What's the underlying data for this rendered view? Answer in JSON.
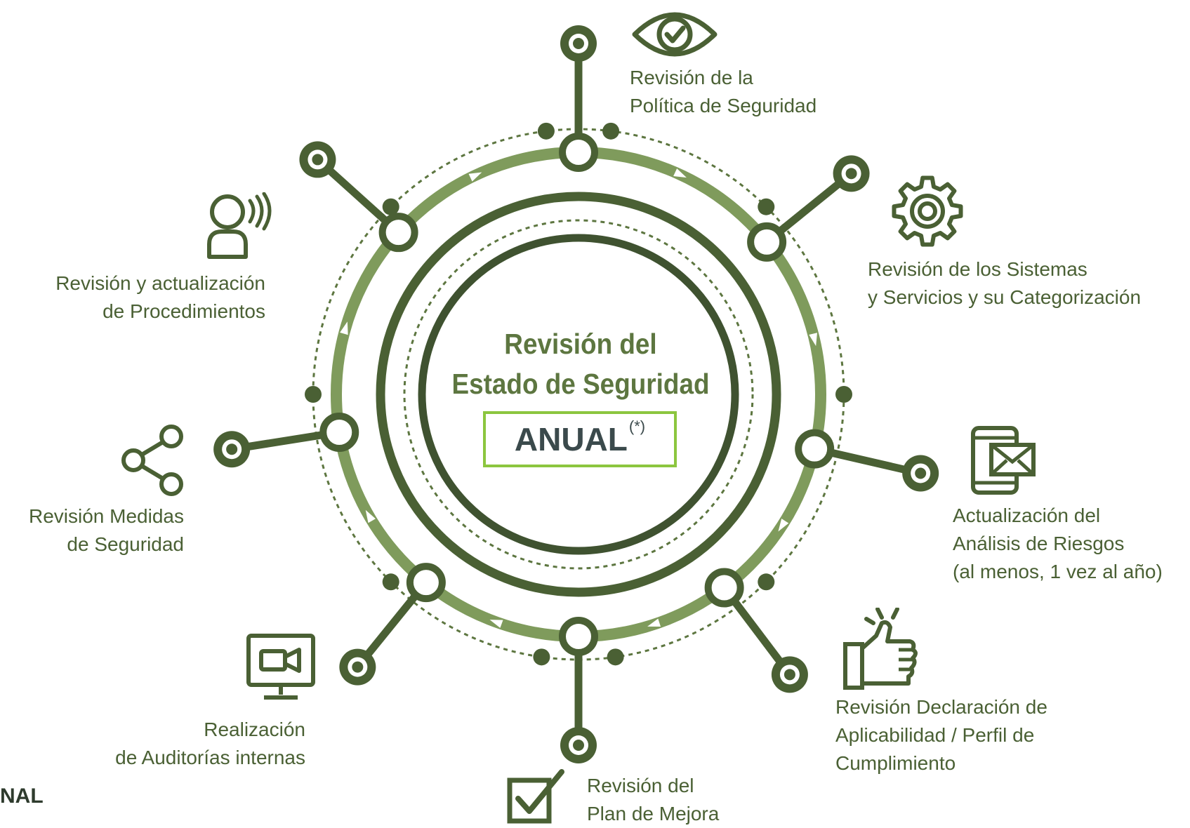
{
  "center": {
    "title_line1": "Revisión del",
    "title_line2": "Estado de Seguridad",
    "badge_label": "ANUAL",
    "badge_note": "(*)"
  },
  "items": [
    {
      "line1": "Revisión de la",
      "line2": "Política de Seguridad",
      "icon": "eye-check-icon"
    },
    {
      "line1": "Revisión de los Sistemas",
      "line2": "y Servicios y su Categorización",
      "icon": "gear-icon"
    },
    {
      "line1": "Actualización del",
      "line2": "Análisis de Riesgos",
      "line3": "(al menos, 1 vez al año)",
      "icon": "mobile-mail-icon"
    },
    {
      "line1": "Revisión Declaración de",
      "line2": "Aplicabilidad / Perfil de",
      "line3": "Cumplimiento",
      "icon": "thumbs-up-icon"
    },
    {
      "line1": "Revisión del",
      "line2": "Plan de Mejora",
      "icon": "checkbox-icon"
    },
    {
      "line1": "Realización",
      "line2": "de Auditorías internas",
      "icon": "monitor-video-icon"
    },
    {
      "line1": "Revisión Medidas",
      "line2": "de Seguridad",
      "icon": "share-icon"
    },
    {
      "line1": "Revisión y actualización",
      "line2": "de Procedimientos",
      "icon": "person-speaking-icon"
    }
  ],
  "corner_text": "NAL",
  "colors": {
    "dark_green": "#4a6034",
    "medium_green": "#5d7640",
    "light_green": "#7f9b5c",
    "bright_green": "#8cc63f",
    "text_green": "#4a6034",
    "badge_text": "#3b4a4c"
  }
}
